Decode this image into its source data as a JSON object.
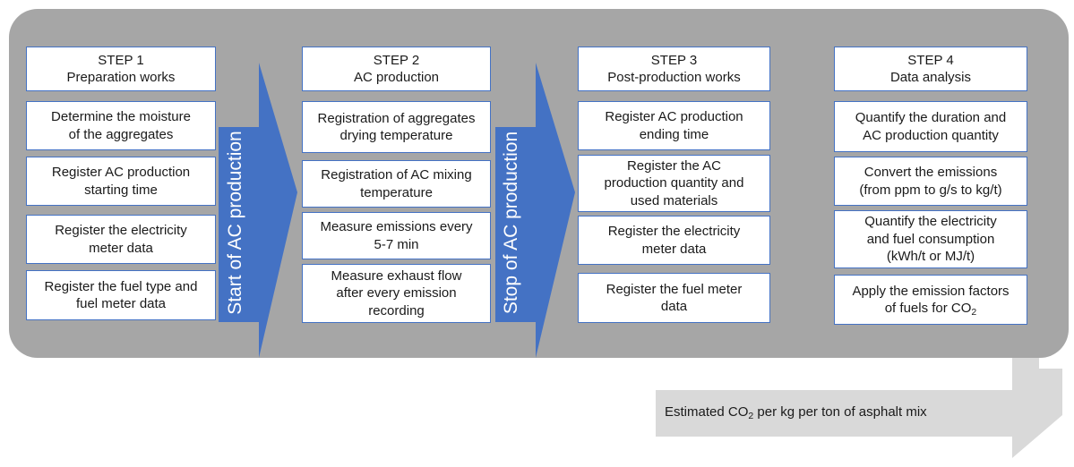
{
  "steps": [
    {
      "title": "STEP 1",
      "subtitle": "Preparation works",
      "items": [
        [
          "Determine the moisture",
          "of the aggregates"
        ],
        [
          "Register AC production",
          "starting time"
        ],
        [
          "Register the electricity",
          "meter data"
        ],
        [
          "Register the fuel type and",
          "fuel meter data"
        ]
      ]
    },
    {
      "title": "STEP 2",
      "subtitle": "AC production",
      "items": [
        [
          "Registration of aggregates",
          "drying temperature"
        ],
        [
          "Registration of AC mixing",
          "temperature"
        ],
        [
          "Measure emissions every",
          "5-7 min"
        ],
        [
          "Measure exhaust flow",
          "after every emission",
          "recording"
        ]
      ]
    },
    {
      "title": "STEP 3",
      "subtitle": "Post-production works",
      "items": [
        [
          "Register AC production",
          "ending time"
        ],
        [
          "Register the AC",
          "production quantity and",
          "used materials"
        ],
        [
          "Register the electricity",
          "meter data"
        ],
        [
          "Register the fuel meter",
          "data"
        ]
      ]
    },
    {
      "title": "STEP 4",
      "subtitle": "Data analysis",
      "items": [
        [
          "Quantify the duration and",
          "AC production quantity"
        ],
        [
          "Convert the emissions",
          "(from ppm to g/s to kg/t)"
        ],
        [
          "Quantify the electricity",
          "and fuel consumption",
          "(kWh/t or MJ/t)"
        ],
        [
          "Apply the emission factors",
          "of fuels for CO"
        ]
      ],
      "co2_subscript": "2"
    }
  ],
  "arrows": {
    "start": "Start of AC production",
    "stop": "Stop of AC production"
  },
  "estimate": {
    "prefix": "Estimated CO",
    "subscript": "2",
    "suffix": " per kg per ton of asphalt mix"
  },
  "colors": {
    "panel": "#a6a6a6",
    "box_border": "#4472c4",
    "arrow_fill": "#4472c4",
    "estimate_arrow": "#d9d9d9"
  }
}
